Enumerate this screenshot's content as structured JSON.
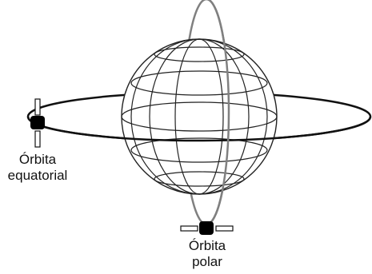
{
  "labels": {
    "equatorial": {
      "line1": "Órbita",
      "line2": "equatorial"
    },
    "polar": {
      "line1": "Órbita",
      "line2": "polar"
    }
  },
  "colors": {
    "sphere_lines": "#222222",
    "equatorial_orbit": "#111111",
    "polar_orbit": "#808080",
    "satellite_body": "#000000",
    "panel_fill": "#ffffff",
    "background": "#ffffff"
  },
  "icons": {
    "equatorial_satellite": "satellite-icon",
    "polar_satellite": "satellite-icon"
  }
}
